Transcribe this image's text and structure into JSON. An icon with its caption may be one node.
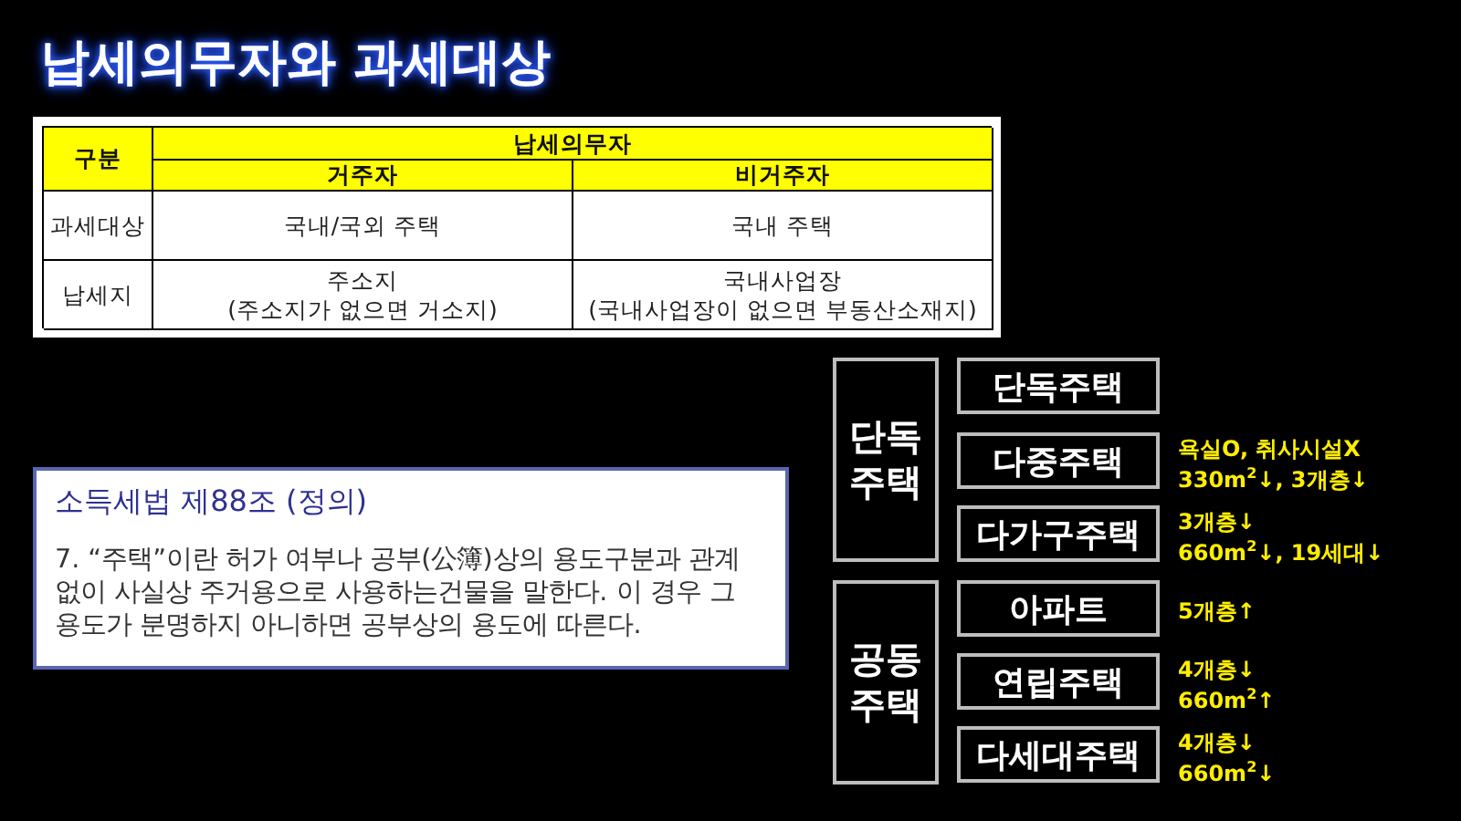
{
  "diagram": {
    "title": "납세의무자와 과세대상",
    "nodes": [
      {
        "text": [
          "소득세법 제88조 (정의)",
          "7. “주택”이란 허가 여부나 공부(公簿)상의 용도구분과 관계 없이 사실상 주거용으로 사용하는건물을 말한다. 이 경우 그 용도가 분명하지 아니하면 공부상의 용도에 따른다."
        ]
      },
      {
        "text": [
          "단독 주택"
        ]
      },
      {
        "text": [
          "단독주택"
        ]
      },
      {
        "text": [
          "다중주택"
        ],
        "beside": [
          "욕실O, 취사시설X",
          "330m$^{2}$↓, 3개층↓"
        ]
      },
      {
        "text": [
          "다가구주택"
        ],
        "beside": [
          "3개층↓",
          "660m$^{2}$↓, 19세대↓"
        ]
      },
      {
        "text": [
          "공동 주택"
        ]
      },
      {
        "text": [
          "아파트"
        ],
        "beside": [
          "5개층↑"
        ]
      },
      {
        "text": [
          "연립주택"
        ],
        "beside": [
          "4개층↓",
          "660m$^{2}$↑"
        ]
      },
      {
        "text": [
          "다세대주택"
        ],
        "beside": [
          "4개층↓",
          "660m$^{2}$↓"
        ]
      }
    ],
    "labels": [
      "구분",
      "납세의무자",
      "거주자",
      "비거주자",
      "과세대상",
      "국내/국외 주택",
      "국내 주택",
      "납세지",
      "주소지",
      "(주소지가 없으면 거소지)",
      "국내사업장",
      "(국내사업장이 없으면 부동산소재지)"
    ]
  }
}
